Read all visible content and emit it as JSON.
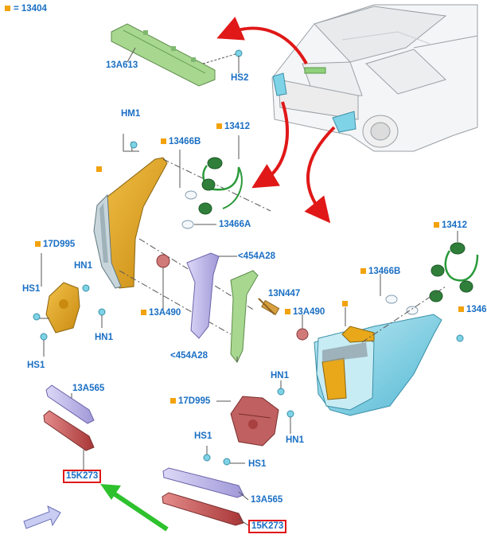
{
  "legend": {
    "marker_color": "#f2a20c",
    "text": "= 13404"
  },
  "callouts": {
    "c13A613": "13A613",
    "cHS2": "HS2",
    "cHM1": "HM1",
    "c13466B_left": "13466B",
    "c13412_left": "13412",
    "c13466A": "13466A",
    "c454A28_top": "<454A28",
    "c17D995_left": "17D995",
    "cHN1_left_top": "HN1",
    "cHS1_left_top": "HS1",
    "cHN1_left_bottom": "HN1",
    "cHS1_left_bottom": "HS1",
    "c13A490_left": "13A490",
    "c454A28_bottom": "<454A28",
    "c13N447": "13N447",
    "c13A490_right": "13A490",
    "c13466B_right": "13466B",
    "c13412_right": "13412",
    "c1346_right": "1346",
    "cHN1_right_top": "HN1",
    "cHN1_right_bottom": "HN1",
    "c17D995_right": "17D995",
    "cHS1_right_top": "HS1",
    "cHS1_right_bottom": "HS1",
    "c13A565_left": "13A565",
    "c15K273_left": "15K273",
    "c13A565_right": "13A565",
    "c15K273_right": "15K273"
  },
  "colors": {
    "label": "#1a6fc4",
    "marker": "#f2a20c",
    "highlight_box": "#e01818",
    "red_arrow": "#e01818",
    "green_arrow": "#2ec12e",
    "lamp_amber": "#e8a81a",
    "lamp_cyan": "#7fd3e6",
    "connector_green": "#2a9a3a",
    "bracket_green": "#a8d890",
    "gasket_violet": "#b8b0e8",
    "reflector_red": "#c24a4a",
    "bracket_red": "#b84848"
  },
  "icons": [
    "rear-vehicle-illustration",
    "third-brake-lamp",
    "rear-lamp-left",
    "rear-lamp-right",
    "direction-arrow-icon"
  ]
}
